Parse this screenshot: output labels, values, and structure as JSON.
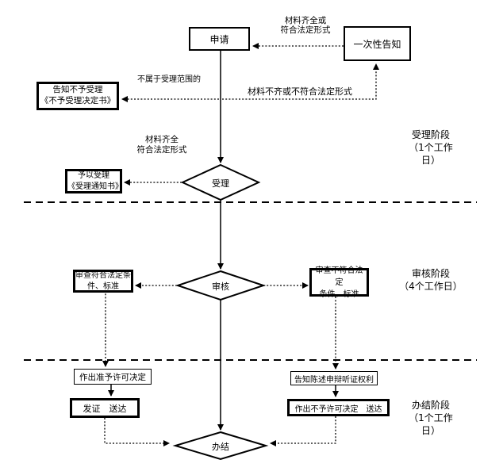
{
  "nodes": {
    "apply": {
      "label": "申请"
    },
    "one_time_notice": {
      "label": "一次性告知"
    },
    "reject_notice": {
      "label": "告知不予受理\n《不予受理决定书》"
    },
    "accept_notice": {
      "label": "予以受理\n《受理通知书》"
    },
    "accept": {
      "label": "受理"
    },
    "review": {
      "label": "审核"
    },
    "review_pass": {
      "label": "审查符合法定条\n件、标准"
    },
    "review_fail": {
      "label": "审查不符合法定\n条件、标准"
    },
    "grant_decision": {
      "label": "作出准予许可决定"
    },
    "issue_deliver": {
      "label": "发证　送达"
    },
    "inform_rights": {
      "label": "告知陈述申辩听证权利"
    },
    "deny_deliver": {
      "label": "作出不予许可决定　送达"
    },
    "finish": {
      "label": "办结"
    }
  },
  "edge_labels": {
    "complete_or_legal_form": "材料齐全或\n符合法定形式",
    "not_in_scope": "不属于受理范围的",
    "incomplete_or_illegal_form": "材料不齐或不符合法定形式",
    "complete_legal_form": "材料齐全\n符合法定形式"
  },
  "stages": {
    "accept": "受理阶段\n（1个工作\n日）",
    "review": "审核阶段\n（4个工作日）",
    "finish": "办结阶段\n（1个工作\n日）"
  },
  "colors": {
    "line": "#000000",
    "text": "#000000",
    "background": "#ffffff"
  }
}
